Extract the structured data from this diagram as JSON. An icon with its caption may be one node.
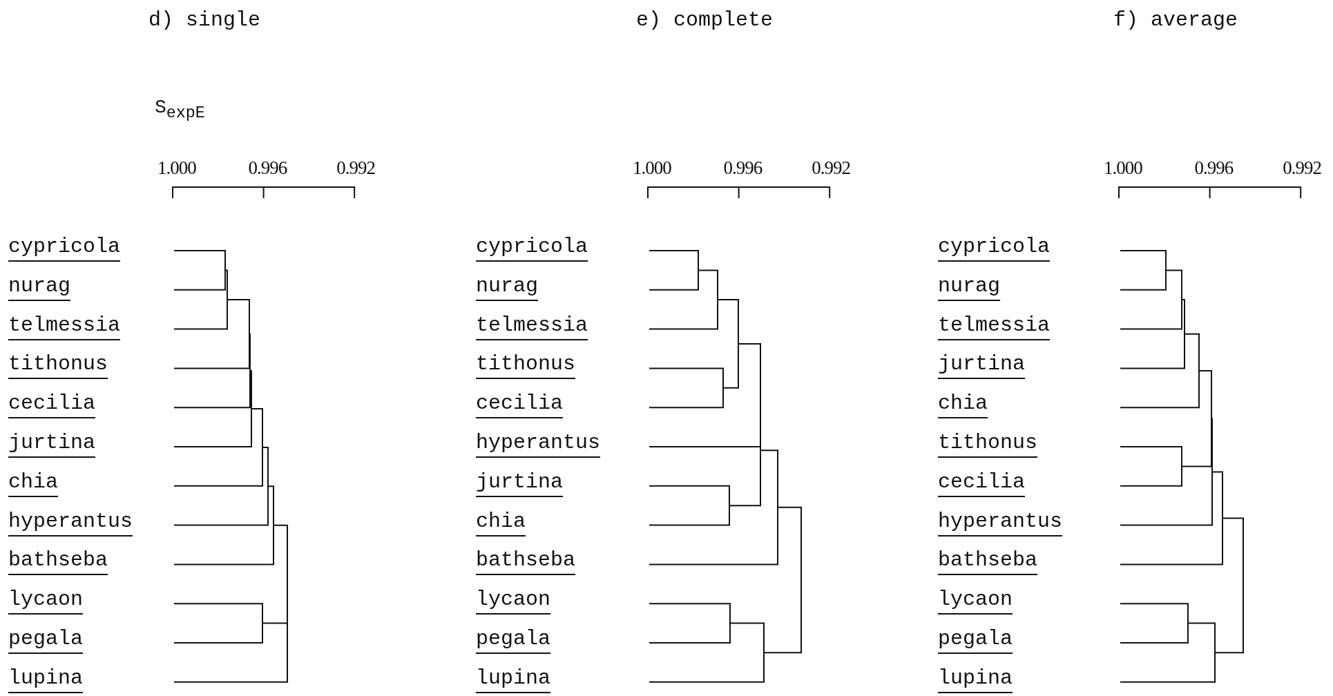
{
  "diagram": {
    "labels": [
      "d) single",
      "e) complete",
      "f) average",
      "S$_{expE}$",
      "1.000",
      "0.996",
      "0.992",
      "1.000",
      "0.996",
      "0.992",
      "1.000",
      "0.996",
      "0.992",
      "cypricola",
      "nurag",
      "telmessia",
      "tithonus",
      "cecilia",
      "jurtina",
      "chia",
      "hyperantus",
      "bathseba",
      "lycaon",
      "pegala",
      "lupina",
      "cypricola",
      "nurag",
      "telmessia",
      "tithonus",
      "cecilia",
      "hyperantus",
      "jurtina",
      "chia",
      "bathseba",
      "lycaon",
      "pegala",
      "lupina",
      "cypricola",
      "nurag",
      "telmessia",
      "jurtina",
      "chia",
      "tithonus",
      "cecilia",
      "hyperantus",
      "bathseba",
      "lycaon",
      "pegala",
      "lupina"
    ]
  }
}
